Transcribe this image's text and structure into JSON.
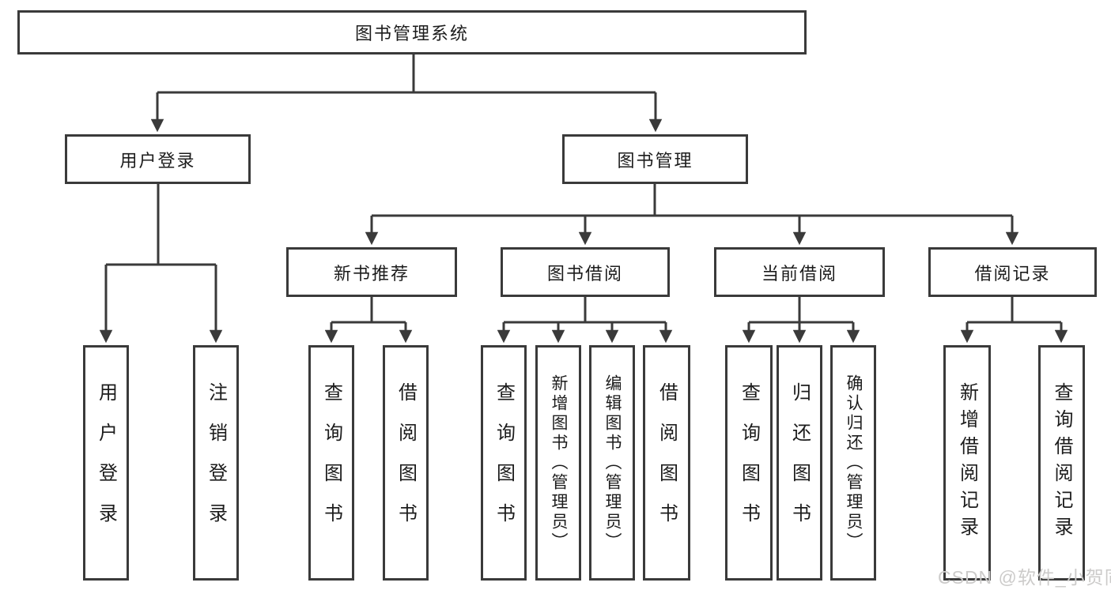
{
  "colors": {
    "line": "#3a3a3a",
    "box_border": "#3a3a3a",
    "text": "#1c1c1c",
    "watermark": "#cccbca"
  },
  "watermark": "CSDN @软件_小贺同学",
  "tree": {
    "root": "图书管理系统",
    "branches": {
      "user_login": "用户登录",
      "book_mgmt": "图书管理"
    },
    "modules": {
      "new_books": "新书推荐",
      "borrowing": "图书借阅",
      "current_borrow": "当前借阅",
      "borrow_records": "借阅记录"
    },
    "leaves": {
      "login": "用户登录",
      "logout": "注销登录",
      "nb_query_books": "查询图书",
      "nb_borrow_books": "借阅图书",
      "bw_query_books": "查询图书",
      "bw_add_books": "新增图书（管理员）",
      "bw_edit_books": "编辑图书（管理员）",
      "bw_borrow_books": "借阅图书",
      "cur_query_books": "查询图书",
      "cur_return_books": "归还图书",
      "cur_confirm_return": "确认归还（管理员）",
      "rec_add_record": "新增借阅记录",
      "rec_query_record": "查询借阅记录"
    }
  }
}
